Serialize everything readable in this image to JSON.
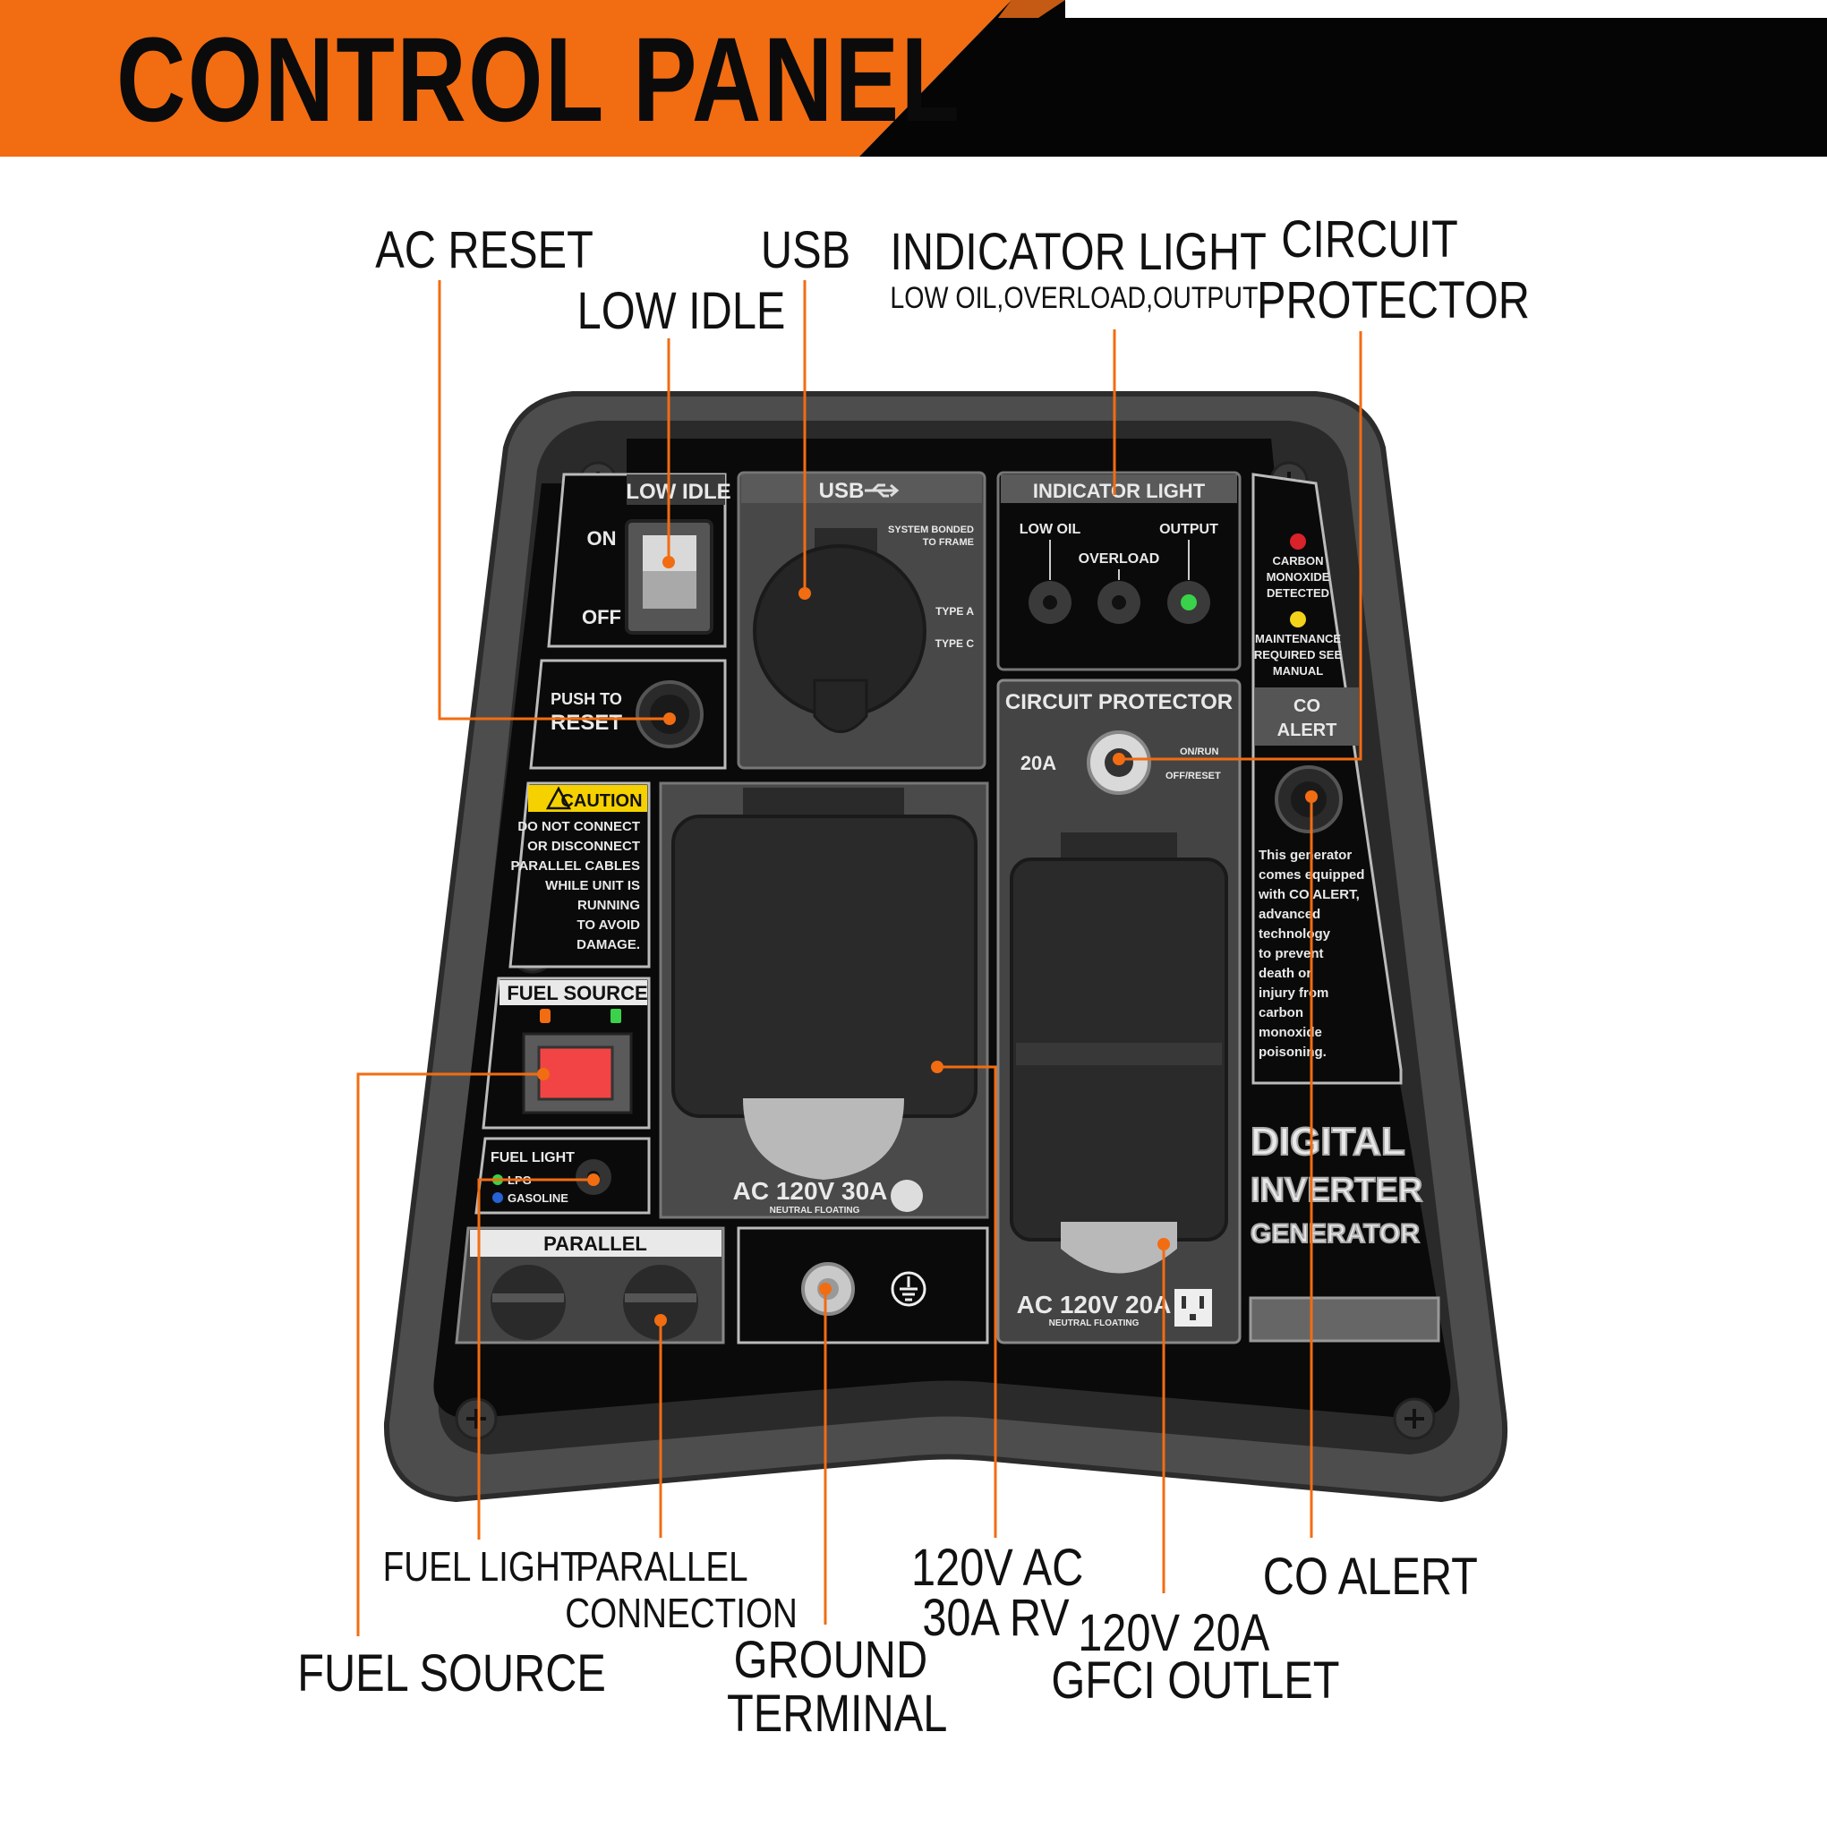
{
  "header": {
    "title": "CONTROL PANEL"
  },
  "callouts": {
    "ac_reset": "AC RESET",
    "usb": "USB",
    "low_idle": "LOW IDLE",
    "indicator_light": "INDICATOR LIGHT",
    "indicator_light_sub": "LOW OIL,OVERLOAD,OUTPUT",
    "circuit_protector_1": "CIRCUIT",
    "circuit_protector_2": "PROTECTOR",
    "fuel_light": "FUEL LIGHT",
    "parallel_connection_1": "PARALLEL",
    "parallel_connection_2": "CONNECTION",
    "rv_1": "120V AC",
    "rv_2": "30A RV",
    "co_alert": "CO ALERT",
    "fuel_source": "FUEL SOURCE",
    "ground_1": "GROUND",
    "ground_2": "TERMINAL",
    "gfci_1": "120V 20A",
    "gfci_2": "GFCI OUTLET"
  },
  "panel": {
    "low_idle": {
      "title": "LOW IDLE",
      "on": "ON",
      "off": "OFF"
    },
    "reset": {
      "line1": "PUSH TO",
      "line2": "RESET"
    },
    "usb": {
      "title": "USB",
      "system_bonded_1": "SYSTEM BONDED",
      "system_bonded_2": "TO FRAME",
      "type_a": "TYPE A",
      "type_c": "TYPE C"
    },
    "indicator": {
      "title": "INDICATOR LIGHT",
      "low_oil": "LOW OIL",
      "overload": "OVERLOAD",
      "output": "OUTPUT"
    },
    "co_labels": {
      "carbon_1": "CARBON",
      "carbon_2": "MONOXIDE",
      "carbon_3": "DETECTED",
      "maint_1": "MAINTENANCE",
      "maint_2": "REQUIRED SEE",
      "maint_3": "MANUAL",
      "alert_1": "CO",
      "alert_2": "ALERT"
    },
    "co_text": [
      "This generator",
      "comes equipped",
      "with CO ALERT,",
      "advanced",
      "technology",
      "to prevent",
      "death or",
      "injury from",
      "carbon",
      "monoxide",
      "poisoning."
    ],
    "circuit": {
      "title": "CIRCUIT PROTECTOR",
      "amps": "20A",
      "on_run": "ON/RUN",
      "off_reset": "OFF/RESET"
    },
    "caution": {
      "title": "CAUTION",
      "lines": [
        "DO NOT CONNECT",
        "OR DISCONNECT",
        "PARALLEL CABLES",
        "WHILE UNIT IS",
        "RUNNING",
        "TO AVOID",
        "DAMAGE."
      ]
    },
    "fuel_source": {
      "title": "FUEL SOURCE"
    },
    "fuel_light": {
      "title": "FUEL LIGHT",
      "lpg": "LPG",
      "gasoline": "GASOLINE"
    },
    "parallel": {
      "title": "PARALLEL"
    },
    "rv_outlet": {
      "label": "AC 120V 30A",
      "sub": "NEUTRAL FLOATING"
    },
    "gfci_outlet": {
      "label": "AC 120V 20A",
      "sub": "NEUTRAL FLOATING"
    },
    "brand": {
      "line1": "DIGITAL",
      "line2": "INVERTER",
      "line3": "GENERATOR"
    }
  },
  "colors": {
    "accent": "#f26c12",
    "panel_bg": "#0a0a0a",
    "frame": "#4a4a4a",
    "module": "#3f3f3f",
    "green_led": "#39d24a",
    "red_led": "#d9222a",
    "yellow_led": "#f4d21a",
    "caution_yellow": "#f6d100"
  }
}
